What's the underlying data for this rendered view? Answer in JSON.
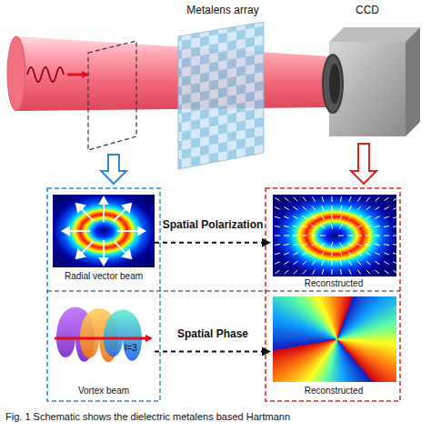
{
  "diagram": {
    "caption": "Fig. 1 Schematic shows the dielectric metalens based Hartmann",
    "nodes": [
      {
        "text": [
          "Metalens array"
        ]
      },
      {
        "text": [
          "CCD"
        ]
      },
      {
        "text": [
          "Radial vector beam"
        ]
      },
      {
        "text": [
          "Reconstructed"
        ]
      },
      {
        "text": [
          "Vortex beam"
        ]
      },
      {
        "text": [
          "Reconstructed"
        ]
      }
    ],
    "edges": [
      {
        "from": 2,
        "to": 3,
        "arrow": "to",
        "label": "Spatial Polarization"
      },
      {
        "from": 4,
        "to": 5,
        "arrow": "to",
        "label": "Spatial Phase"
      }
    ],
    "labels": [
      "l=3"
    ]
  }
}
